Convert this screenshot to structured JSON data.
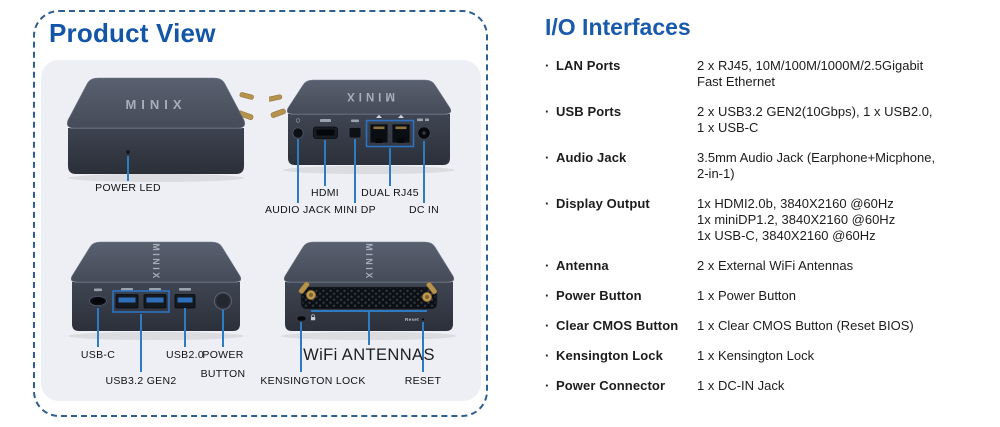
{
  "product_view": {
    "title": "Product View",
    "device_markings": {
      "brand": "MINIX",
      "reset": "Reset"
    },
    "labels": {
      "power_led": "POWER LED",
      "hdmi": "HDMI",
      "dual_rj45": "DUAL RJ45",
      "audio_jack": "AUDIO JACK",
      "mini_dp": "MINI DP",
      "dc_in": "DC IN",
      "usb_c": "USB-C",
      "usb2": "USB2.0",
      "power_button_l1": "POWER",
      "power_button_l2": "BUTTON",
      "usb32_gen2": "USB3.2 GEN2",
      "wifi_antennas": "WiFi ANTENNAS",
      "kensington_lock": "KENSINGTON LOCK",
      "reset": "RESET"
    }
  },
  "io_interfaces": {
    "title": "I/O Interfaces",
    "bullet": "·",
    "rows": [
      {
        "label": "LAN Ports",
        "value": "2 x RJ45, 10M/100M/1000M/2.5Gigabit\nFast Ethernet"
      },
      {
        "label": "USB Ports",
        "value": "2 x USB3.2 GEN2(10Gbps), 1 x USB2.0,\n1 x USB-C"
      },
      {
        "label": "Audio Jack",
        "value": "3.5mm Audio Jack (Earphone+Micphone,\n2-in-1)"
      },
      {
        "label": "Display Output",
        "value": "1x HDMI2.0b, 3840X2160 @60Hz\n1x miniDP1.2, 3840X2160 @60Hz\n1x USB-C, 3840X2160 @60Hz"
      },
      {
        "label": "Antenna",
        "value": "2 x External WiFi Antennas"
      },
      {
        "label": "Power Button",
        "value": "1 x Power Button"
      },
      {
        "label": "Clear CMOS Button",
        "value": "1 x Clear CMOS Button (Reset BIOS)"
      },
      {
        "label": "Kensington Lock",
        "value": "1 x Kensington Lock"
      },
      {
        "label": "Power Connector",
        "value": "1 x DC-IN Jack"
      }
    ]
  },
  "colors": {
    "accent_blue": "#1a5aab",
    "dashed_border": "#2d5f93",
    "leader_line": "#2e7bc2",
    "panel_background": "#edeff4",
    "device_body": "#343a45",
    "usb_port_blue": "#2f6fba",
    "antenna_gold": "#b6934c"
  }
}
